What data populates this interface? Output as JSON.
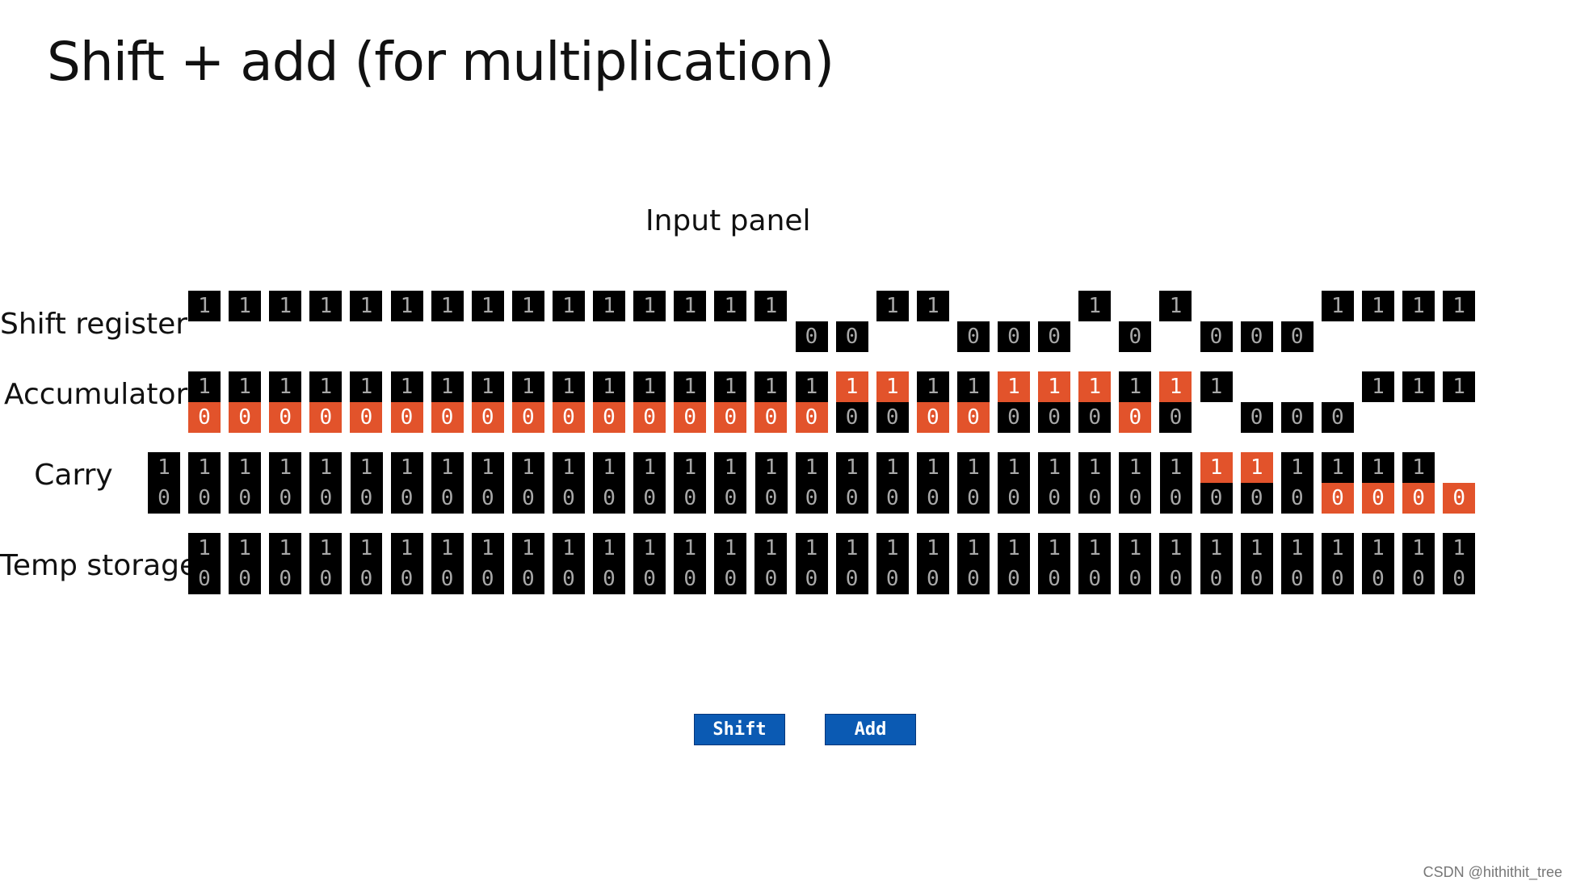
{
  "title": "Shift + add (for multiplication)",
  "panel_title": "Input panel",
  "rows": {
    "shift_register": {
      "label": "Shift register",
      "top": "1 1 1 1 1 1 1 1 1 1 1 1 1 1 1 _ _ 1 1 _ _ _ 1 _ 1 _ _ _ 1 1 1 1",
      "bottom": "_ _ _ _ _ _ _ _ _ _ _ _ _ _ _ 0 0 _ _ 0 0 0 _ 0 _ 0 0 0 _ _ _ _",
      "top_hl": "",
      "bottom_hl": ""
    },
    "accumulator": {
      "label": "Accumulator",
      "top": "1 1 1 1 1 1 1 1 1 1 1 1 1 1 1 1 1 1 1 1 1 1 1 1 1 1 _ _ _ 1 1 1",
      "bottom": "0 0 0 0 0 0 0 0 0 0 0 0 0 0 0 0 0 0 0 0 0 0 0 0 0 _ 0 0 0 _ _ _",
      "top_hl": "16 17 20 21 22 24",
      "bottom_hl": "0 1 2 3 4 5 6 7 8 9 10 11 12 13 14 15 18 19 23"
    },
    "carry": {
      "label": "Carry",
      "top": "1 1 1 1 1 1 1 1 1 1 1 1 1 1 1 1 1 1 1 1 1 1 1 1 1 1 1 1 1 1 1 1 _",
      "bottom": "0 0 0 0 0 0 0 0 0 0 0 0 0 0 0 0 0 0 0 0 0 0 0 0 0 0 0 0 0 0 0 0 0",
      "top_hl": "26 27",
      "bottom_hl": "29 30 31 32"
    },
    "temp_storage": {
      "label": "Temp storage",
      "top": "1 1 1 1 1 1 1 1 1 1 1 1 1 1 1 1 1 1 1 1 1 1 1 1 1 1 1 1 1 1 1 1",
      "bottom": "0 0 0 0 0 0 0 0 0 0 0 0 0 0 0 0 0 0 0 0 0 0 0 0 0 0 0 0 0 0 0 0",
      "top_hl": "",
      "bottom_hl": ""
    }
  },
  "buttons": {
    "shift": "Shift",
    "add": "Add"
  },
  "watermark": "CSDN @hithithit_tree",
  "colors": {
    "cell": "#000000",
    "cell_text": "#a8a8a8",
    "highlight": "#e2532b",
    "button": "#0b5ab3"
  }
}
